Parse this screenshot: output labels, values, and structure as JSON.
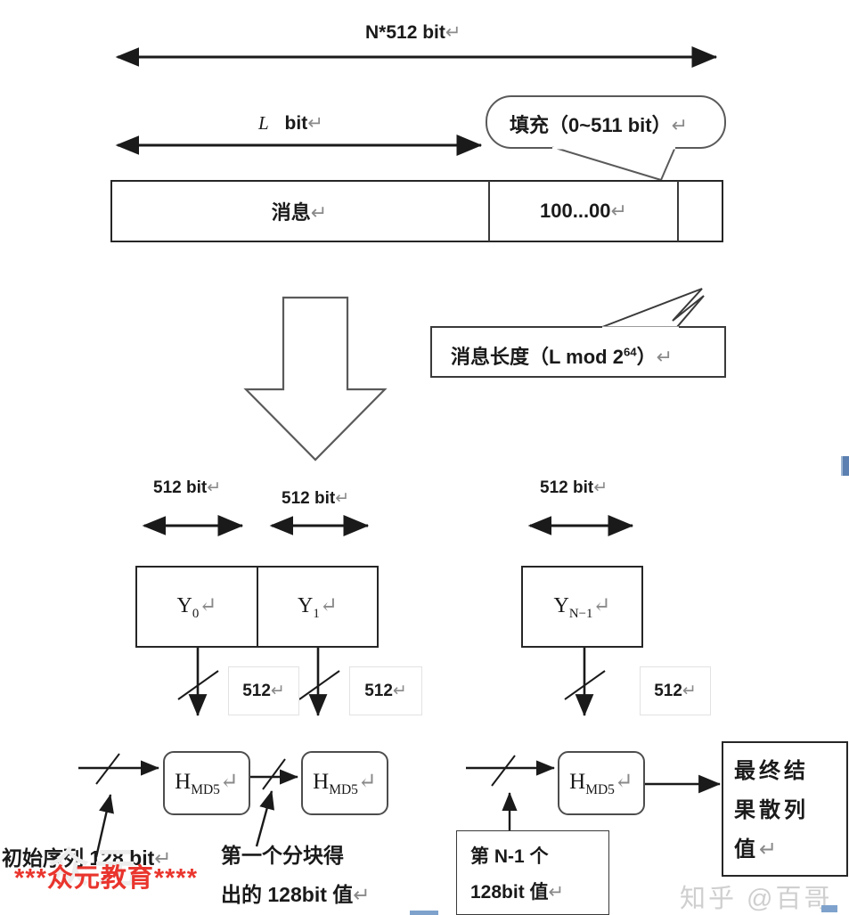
{
  "diagram": {
    "title_top": "N*512 bit",
    "dim_l": "L",
    "dim_l_unit": "bit",
    "callout_padding": "填充（0~511 bit）",
    "bar": {
      "message": "消息",
      "padding_bits": "100...00",
      "length_cell": ""
    },
    "callout_length": "消息长度（L mod 2",
    "callout_length_sup": "64",
    "callout_length_tail": "）",
    "blocks": {
      "dim0": "512 bit",
      "dim1": "512 bit",
      "dimN": "512 bit",
      "y0": "Y",
      "y0_sub": "0",
      "y1": "Y",
      "y1_sub": "1",
      "yn": "Y",
      "yn_sub": "N−1"
    },
    "bus_labels": {
      "bus0": "512",
      "bus1": "512",
      "busN": "512"
    },
    "hash": {
      "h0": "H",
      "h0_sub": "MD5",
      "h1": "H",
      "h1_sub": "MD5",
      "hn": "H",
      "hn_sub": "MD5"
    },
    "notes": {
      "init_seq": "初始序列 128 bit",
      "first_block_line1": "第一个分块得",
      "first_block_line2": "出的 128bit 值",
      "n_minus_1_line1": "第  N-1  个",
      "n_minus_1_line2": "128bit 值",
      "final_line1": "最终结",
      "final_line2": "果散列",
      "final_line3": "值"
    },
    "watermarks": {
      "red": "***众元教育****",
      "zhihu": "知乎 @百哥"
    },
    "colors": {
      "stroke": "#262626",
      "stroke_soft": "#4d4d4d",
      "text": "#1a1a1a",
      "watermark_red": "#e8241c",
      "watermark_grey": "#cfcfcf",
      "accent_blue": "#5b7fb0"
    }
  }
}
